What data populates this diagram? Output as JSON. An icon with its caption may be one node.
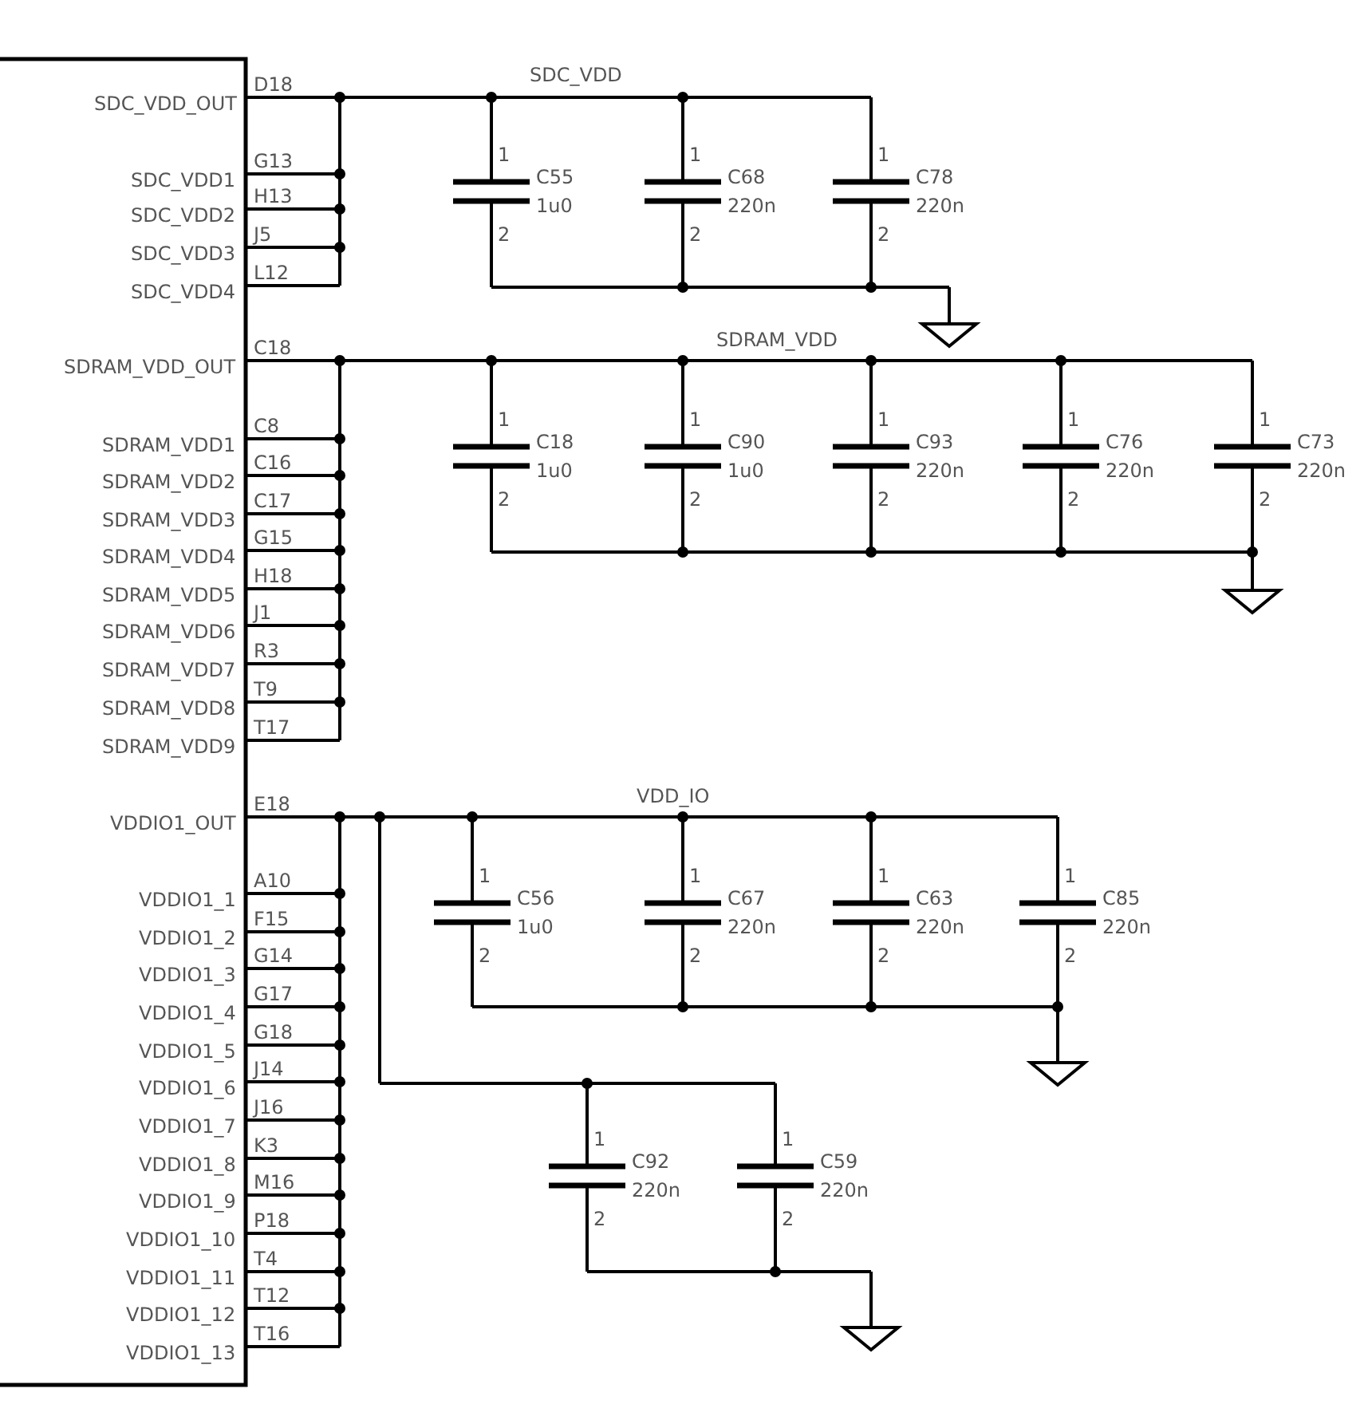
{
  "diagram": {
    "labels": [
      "SDC_VDD_OUT",
      "D18",
      "SDC_VDD1",
      "G13",
      "SDC_VDD2",
      "H13",
      "SDC_VDD3",
      "J5",
      "SDC_VDD4",
      "L12",
      "SDC_VDD",
      "C55",
      "1u0",
      "1",
      "2",
      "C68",
      "220n",
      "1",
      "2",
      "C78",
      "220n",
      "1",
      "2",
      "SDRAM_VDD_OUT",
      "C18",
      "SDRAM_VDD1",
      "C8",
      "SDRAM_VDD2",
      "C16",
      "SDRAM_VDD3",
      "C17",
      "SDRAM_VDD4",
      "G15",
      "SDRAM_VDD5",
      "H18",
      "SDRAM_VDD6",
      "J1",
      "SDRAM_VDD7",
      "R3",
      "SDRAM_VDD8",
      "T9",
      "SDRAM_VDD9",
      "T17",
      "SDRAM_VDD",
      "C18",
      "1u0",
      "1",
      "2",
      "C90",
      "1u0",
      "1",
      "2",
      "C93",
      "220n",
      "1",
      "2",
      "C76",
      "220n",
      "1",
      "2",
      "C73",
      "220n",
      "1",
      "2",
      "VDDIO1_OUT",
      "E18",
      "VDDIO1_1",
      "A10",
      "VDDIO1_2",
      "F15",
      "VDDIO1_3",
      "G14",
      "VDDIO1_4",
      "G17",
      "VDDIO1_5",
      "G18",
      "VDDIO1_6",
      "J14",
      "VDDIO1_7",
      "J16",
      "VDDIO1_8",
      "K3",
      "VDDIO1_9",
      "M16",
      "VDDIO1_10",
      "P18",
      "VDDIO1_11",
      "T4",
      "VDDIO1_12",
      "T12",
      "VDDIO1_13",
      "T16",
      "VDD_IO",
      "C56",
      "1u0",
      "1",
      "2",
      "C67",
      "220n",
      "1",
      "2",
      "C63",
      "220n",
      "1",
      "2",
      "C85",
      "220n",
      "1",
      "2",
      "C92",
      "220n",
      "1",
      "2",
      "C59",
      "220n",
      "1",
      "2"
    ]
  }
}
